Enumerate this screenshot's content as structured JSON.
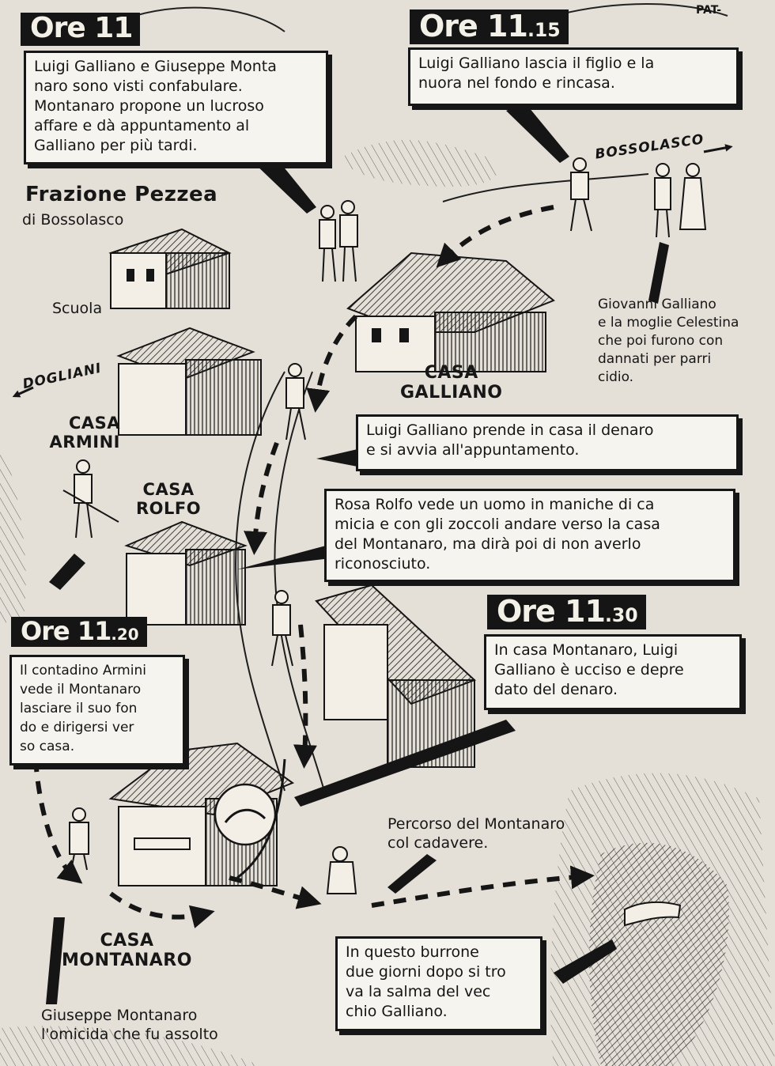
{
  "title": "Frazione Pezzea",
  "subtitle": "di Bossolasco",
  "signature": "PAT-",
  "colors": {
    "paper": "#e4e0d7",
    "ink": "#151515",
    "box": "#f6f4ee"
  },
  "time_labels": {
    "t1": {
      "main": "Ore 11",
      "sub": ""
    },
    "t2": {
      "main": "Ore 11",
      "sub": ".15"
    },
    "t3": {
      "main": "Ore 11",
      "sub": ".20"
    },
    "t4": {
      "main": "Ore 11",
      "sub": ".30"
    }
  },
  "captions": {
    "c1": "Luigi Galliano e Giuseppe Monta\nnaro sono visti confabulare.\nMontanaro propone un lucroso\naffare e dà appuntamento al\nGalliano per più tardi.",
    "c2": "Luigi Galliano lascia il figlio e la\nnuora nel fondo e rincasa.",
    "c3": "Luigi Galliano prende in casa il denaro\ne si avvia all'appuntamento.",
    "c4": "Rosa Rolfo vede un uomo in maniche di ca\nmicia e con gli zoccoli andare verso la casa\ndel Montanaro, ma dirà poi di non averlo\nriconosciuto.",
    "c5": "Il contadino Armini\nvede il Montanaro\nlasciare il suo fon\ndo e dirigersi ver\nso casa.",
    "c6": "In casa Montanaro, Luigi\nGalliano è ucciso e depre\ndato del denaro.",
    "c7": "In questo burrone\ndue giorni dopo si tro\nva la salma del vec\nchio Galliano."
  },
  "places": {
    "scuola": "Scuola",
    "casa_galliano": "CASA\nGALLIANO",
    "casa_armini": "CASA\nARMINI",
    "casa_rolfo": "CASA\nROLFO",
    "casa_montanaro": "CASA\nMONTANARO"
  },
  "roads": {
    "bossolasco": "BOSSOLASCO",
    "dogliani": "DOGLIANI"
  },
  "notes": {
    "giovanni": "Giovanni Galliano\ne la moglie Celestina\nche poi furono con\ndannati per parri\ncidio.",
    "percorso": "Percorso del Montanaro\ncol cadavere.",
    "omicida": "Giuseppe Montanaro\nl'omicida che fu assolto"
  }
}
